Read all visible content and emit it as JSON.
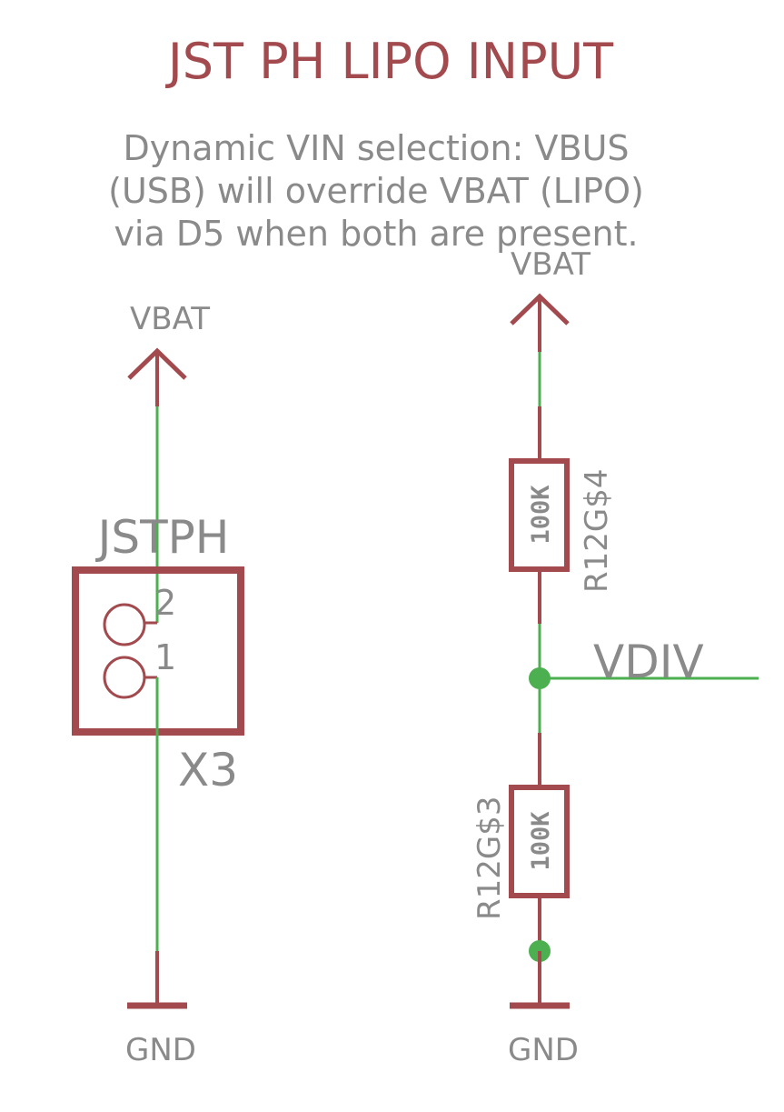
{
  "title": "JST PH LIPO INPUT",
  "note": {
    "line1": "Dynamic VIN selection: VBUS",
    "line2": "(USB) will override VBAT (LIPO)",
    "line3": "via D5 when both are present."
  },
  "supplies": {
    "vbat_left": "VBAT",
    "vbat_right": "VBAT",
    "gnd_left": "GND",
    "gnd_right": "GND"
  },
  "connector": {
    "value": "JSTPH",
    "name": "X3",
    "pin2": "2",
    "pin1": "1"
  },
  "resistor_top": {
    "name": "R12G$4",
    "value": "100K"
  },
  "resistor_bottom": {
    "name": "R12G$3",
    "value": "100K"
  },
  "net_label": "VDIV",
  "colors": {
    "symbol": "#a24a4e",
    "wire": "#4caf50",
    "text": "#8a8a8a"
  }
}
